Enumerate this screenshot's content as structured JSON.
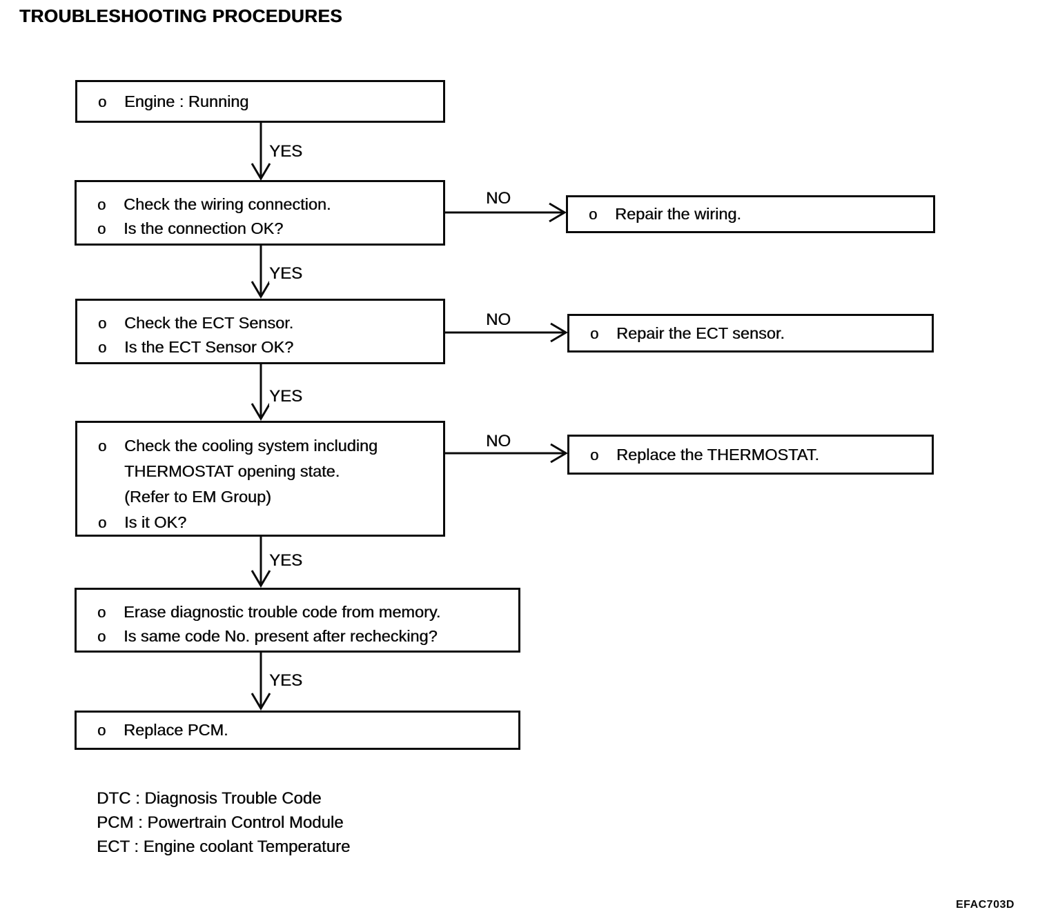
{
  "page": {
    "title": "TROUBLESHOOTING PROCEDURES",
    "figure_code": "EFAC703D"
  },
  "boxes": {
    "start": {
      "lines": [
        {
          "bullet": "o",
          "text": "Engine : Running"
        }
      ]
    },
    "wiring": {
      "lines": [
        {
          "bullet": "o",
          "text": "Check the wiring connection."
        },
        {
          "bullet": "o",
          "text": "Is the connection OK?"
        }
      ]
    },
    "wiring_no": {
      "lines": [
        {
          "bullet": "o",
          "text": "Repair the wiring."
        }
      ]
    },
    "ect": {
      "lines": [
        {
          "bullet": "o",
          "text": "Check the ECT Sensor."
        },
        {
          "bullet": "o",
          "text": "Is the ECT Sensor OK?"
        }
      ]
    },
    "ect_no": {
      "lines": [
        {
          "bullet": "o",
          "text": "Repair the ECT sensor."
        }
      ]
    },
    "cooling": {
      "lines": [
        {
          "bullet": "o",
          "text": "Check the cooling system including"
        },
        {
          "bullet": "",
          "text": "THERMOSTAT opening state."
        },
        {
          "bullet": "",
          "text": "(Refer to EM Group)"
        },
        {
          "bullet": "o",
          "text": "Is it OK?"
        }
      ]
    },
    "cooling_no": {
      "lines": [
        {
          "bullet": "o",
          "text": "Replace the THERMOSTAT."
        }
      ]
    },
    "erase": {
      "lines": [
        {
          "bullet": "o",
          "text": "Erase diagnostic trouble code from memory."
        },
        {
          "bullet": "o",
          "text": "Is same code No. present after rechecking?"
        }
      ]
    },
    "pcm": {
      "lines": [
        {
          "bullet": "o",
          "text": "Replace PCM."
        }
      ]
    }
  },
  "connectors": {
    "yes1": "YES",
    "yes2": "YES",
    "yes3": "YES",
    "yes4": "YES",
    "yes5": "YES",
    "no1": "NO",
    "no2": "NO",
    "no3": "NO"
  },
  "legend": {
    "lines": [
      "DTC : Diagnosis Trouble Code",
      "PCM : Powertrain Control Module",
      "ECT : Engine coolant Temperature"
    ]
  }
}
